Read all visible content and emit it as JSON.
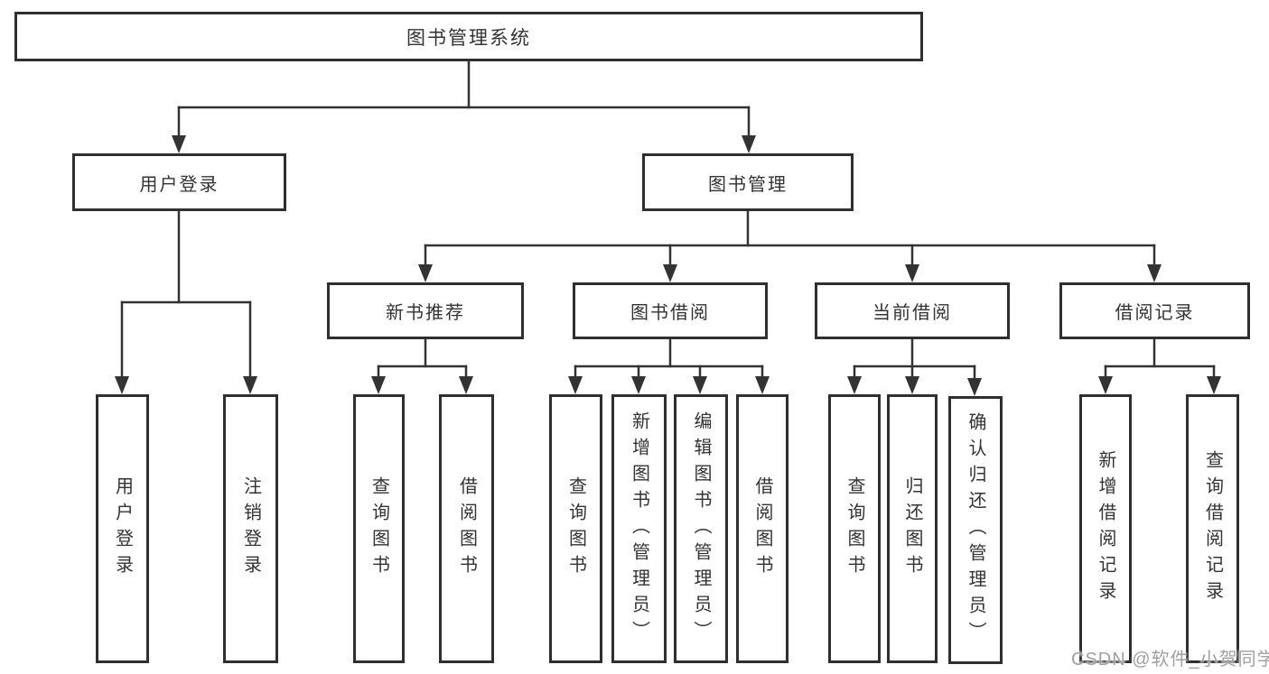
{
  "colors": {
    "line": "#333333",
    "box_border": "#2f2f2f",
    "text": "#333333",
    "watermark": "#a0a0a0",
    "background": "#ffffff"
  },
  "watermark": {
    "text": "CSDN @软件_小贺同学"
  },
  "tree": {
    "root": {
      "label": "图书管理系统"
    },
    "children": [
      {
        "label": "用户登录",
        "children": [
          {
            "label": "用户登录"
          },
          {
            "label": "注销登录"
          }
        ]
      },
      {
        "label": "图书管理",
        "children": [
          {
            "label": "新书推荐",
            "children": [
              {
                "label": "查询图书"
              },
              {
                "label": "借阅图书"
              }
            ]
          },
          {
            "label": "图书借阅",
            "children": [
              {
                "label": "查询图书"
              },
              {
                "label": "新增图书（管理员）"
              },
              {
                "label": "编辑图书（管理员）"
              },
              {
                "label": "借阅图书"
              }
            ]
          },
          {
            "label": "当前借阅",
            "children": [
              {
                "label": "查询图书"
              },
              {
                "label": "归还图书"
              },
              {
                "label": "确认归还（管理员）"
              }
            ]
          },
          {
            "label": "借阅记录",
            "children": [
              {
                "label": "新增借阅记录"
              },
              {
                "label": "查询借阅记录"
              }
            ]
          }
        ]
      }
    ]
  }
}
